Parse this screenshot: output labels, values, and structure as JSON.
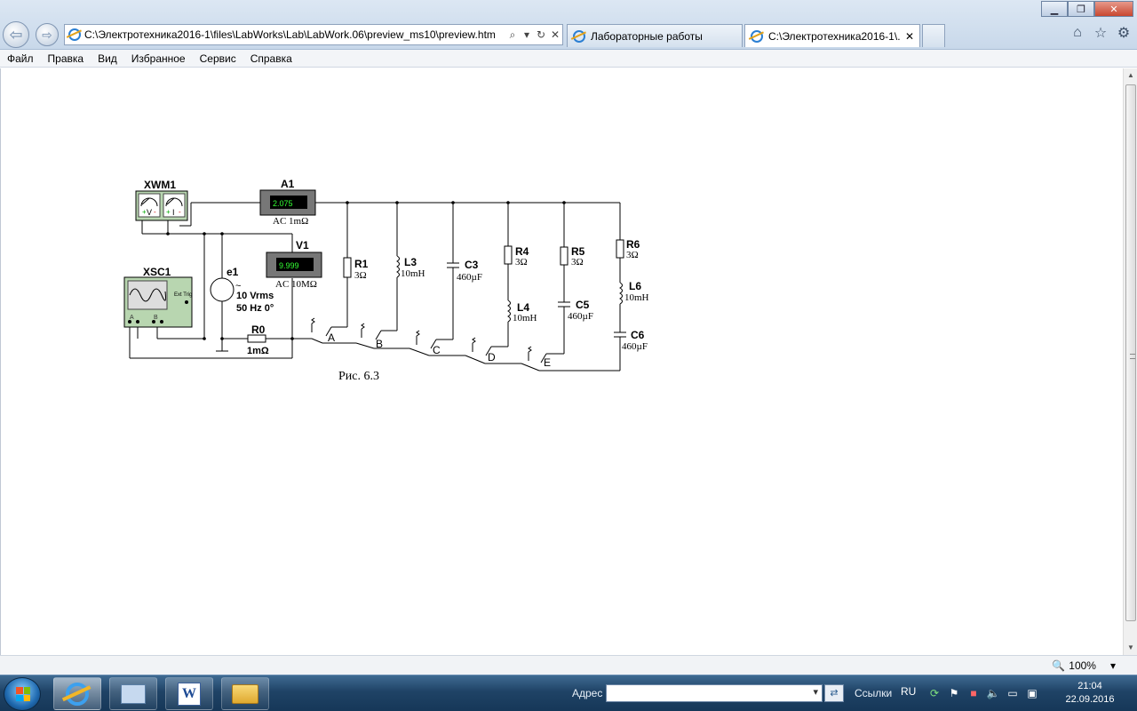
{
  "window": {
    "minimize": "▁",
    "maximize": "❐",
    "close": "✕"
  },
  "nav": {
    "address": "C:\\Электротехника2016-1\\files\\LabWorks\\Lab\\LabWork.06\\preview_ms10\\preview.htm",
    "search_glyph": "⌕",
    "dropdown_glyph": "▾",
    "refresh_glyph": "↻",
    "stop_glyph": "✕"
  },
  "tabs": [
    {
      "label": "Лабораторные работы"
    },
    {
      "label": "C:\\Электротехника2016-1\\...",
      "close": "✕"
    }
  ],
  "toolbar_icons": [
    "home-icon",
    "favorites-star-icon",
    "gear-icon"
  ],
  "menu": [
    "Файл",
    "Правка",
    "Вид",
    "Избранное",
    "Сервис",
    "Справка"
  ],
  "circuit": {
    "wattmeter": {
      "name": "XWM1",
      "v_label": "V",
      "i_label": "I"
    },
    "ammeter": {
      "name": "A1",
      "reading": "2.075",
      "mode": "AC 1mΩ"
    },
    "voltmeter": {
      "name": "V1",
      "reading": "9.999",
      "mode": "AC 10MΩ"
    },
    "oscilloscope": {
      "name": "XSC1",
      "trig": "Ext Trig",
      "ch_a": "A",
      "ch_b": "B"
    },
    "source": {
      "name": "e1",
      "voltage": "10 Vrms",
      "freq": "50 Hz 0°",
      "symbol": "~"
    },
    "r0": {
      "name": "R0",
      "value": "1mΩ"
    },
    "branches": [
      {
        "switch": "A",
        "elements": [
          {
            "name": "R1",
            "value": "3Ω"
          }
        ]
      },
      {
        "switch": "B",
        "elements": [
          {
            "name": "L3",
            "value": "10mH"
          }
        ]
      },
      {
        "switch": "C",
        "elements": [
          {
            "name": "C3",
            "value": "460µF"
          }
        ]
      },
      {
        "switch": "D",
        "elements": [
          {
            "name": "R4",
            "value": "3Ω"
          },
          {
            "name": "L4",
            "value": "10mH"
          }
        ]
      },
      {
        "switch": "E",
        "elements": [
          {
            "name": "R5",
            "value": "3Ω"
          },
          {
            "name": "C5",
            "value": "460µF"
          }
        ]
      },
      {
        "switch": "",
        "elements": [
          {
            "name": "R6",
            "value": "3Ω"
          },
          {
            "name": "L6",
            "value": "10mH"
          },
          {
            "name": "C6",
            "value": "460µF"
          }
        ]
      }
    ],
    "caption": "Рис. 6.3"
  },
  "status": {
    "zoom": "100%"
  },
  "taskbar": {
    "address_label": "Адрес",
    "address_value": "",
    "links_label": "Ссылки",
    "language": "RU",
    "time": "21:04",
    "date": "22.09.2016"
  }
}
